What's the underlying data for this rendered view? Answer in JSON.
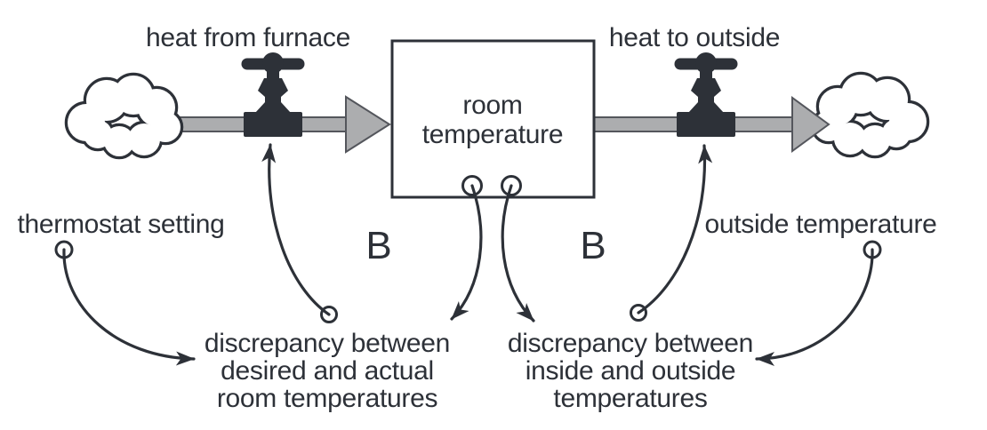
{
  "colors": {
    "ink": "#2d3138",
    "pipe_fill": "#acadaf",
    "pipe_edge": "#54565c",
    "background": "#ffffff"
  },
  "icons": {
    "valve": "faucet-valve-icon",
    "cloud": "cloud-icon",
    "connector_origin": "circle-node",
    "arrowhead": "solid-arrowhead"
  },
  "flows": {
    "inflow_label": "heat from furnace",
    "outflow_label": "heat to outside"
  },
  "stock": {
    "label_lines": [
      "room",
      "temperature"
    ]
  },
  "auxiliaries": {
    "thermostat_label": "thermostat setting",
    "outside_label": "outside temperature"
  },
  "loops": {
    "left_label": "B",
    "right_label": "B"
  },
  "discrepancy_left": {
    "lines": [
      "discrepancy between",
      "desired and actual",
      "room temperatures"
    ]
  },
  "discrepancy_right": {
    "lines": [
      "discrepancy between",
      "inside and outside",
      "temperatures"
    ]
  }
}
